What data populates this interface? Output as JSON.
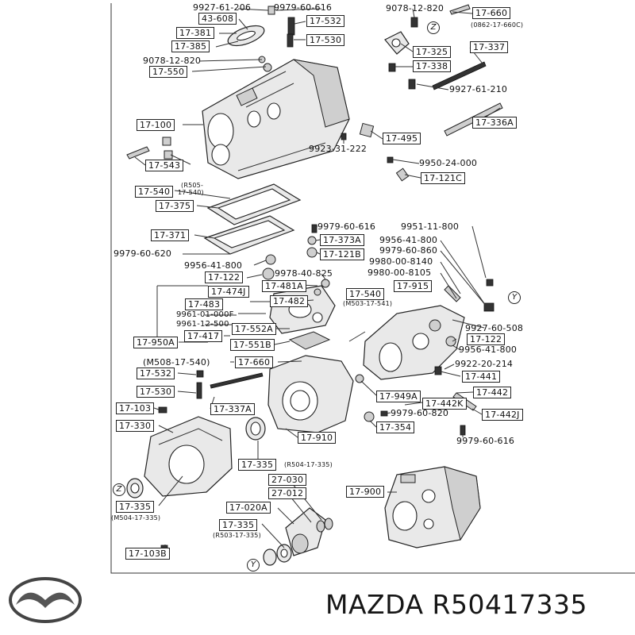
{
  "brand": {
    "text": "MAZDA R50417335"
  },
  "labels": [
    {
      "id": "l1",
      "text": "9927-61-206",
      "box": false
    },
    {
      "id": "l2",
      "text": "9979-60-616",
      "box": false
    },
    {
      "id": "l3",
      "text": "43-608",
      "box": true
    },
    {
      "id": "l4",
      "text": "17-532",
      "box": true
    },
    {
      "id": "l5",
      "text": "17-381",
      "box": true
    },
    {
      "id": "l6",
      "text": "17-385",
      "box": true
    },
    {
      "id": "l7",
      "text": "17-530",
      "box": true
    },
    {
      "id": "l8",
      "text": "9078-12-820",
      "box": false
    },
    {
      "id": "l9",
      "text": "17-550",
      "box": true
    },
    {
      "id": "l10",
      "text": "9078-12-820",
      "box": false
    },
    {
      "id": "l11",
      "text": "17-660",
      "box": true
    },
    {
      "id": "l12",
      "text": "(0862-17-660C)",
      "box": false,
      "small": true
    },
    {
      "id": "l13",
      "text": "17-337",
      "box": true
    },
    {
      "id": "l14",
      "text": "17-325",
      "box": true
    },
    {
      "id": "l15",
      "text": "17-338",
      "box": true
    },
    {
      "id": "l16",
      "text": "9927-61-210",
      "box": false
    },
    {
      "id": "l17",
      "text": "17-100",
      "box": true
    },
    {
      "id": "l18",
      "text": "17-336A",
      "box": true
    },
    {
      "id": "l19",
      "text": "17-495",
      "box": true
    },
    {
      "id": "l20",
      "text": "9923-31-222",
      "box": false
    },
    {
      "id": "l21",
      "text": "9950-24-000",
      "box": false
    },
    {
      "id": "l22",
      "text": "17-543",
      "box": true
    },
    {
      "id": "l23",
      "text": "17-121C",
      "box": true
    },
    {
      "id": "l24",
      "text": "17-540",
      "box": true
    },
    {
      "id": "l25",
      "text": "(R505-",
      "box": false,
      "small": true
    },
    {
      "id": "l26",
      "text": "17-540)",
      "box": false,
      "small": true
    },
    {
      "id": "l27",
      "text": "17-375",
      "box": true
    },
    {
      "id": "l28",
      "text": "9979-60-616",
      "box": false
    },
    {
      "id": "l29",
      "text": "9951-11-800",
      "box": false
    },
    {
      "id": "l30",
      "text": "17-371",
      "box": true
    },
    {
      "id": "l31",
      "text": "17-373A",
      "box": true
    },
    {
      "id": "l32",
      "text": "9956-41-800",
      "box": false
    },
    {
      "id": "l33",
      "text": "9979-60-620",
      "box": false
    },
    {
      "id": "l34",
      "text": "17-121B",
      "box": true
    },
    {
      "id": "l35",
      "text": "9979-60-860",
      "box": false
    },
    {
      "id": "l36",
      "text": "9956-41-800",
      "box": false
    },
    {
      "id": "l37",
      "text": "9980-00-8140",
      "box": false
    },
    {
      "id": "l38",
      "text": "17-122",
      "box": true
    },
    {
      "id": "l39",
      "text": "9978-40-825",
      "box": false
    },
    {
      "id": "l40",
      "text": "9980-00-8105",
      "box": false
    },
    {
      "id": "l41",
      "text": "17-481A",
      "box": true
    },
    {
      "id": "l42",
      "text": "17-474J",
      "box": true
    },
    {
      "id": "l43",
      "text": "17-540",
      "box": true
    },
    {
      "id": "l44",
      "text": "17-915",
      "box": true
    },
    {
      "id": "l45",
      "text": "17-483",
      "box": true
    },
    {
      "id": "l46",
      "text": "17-482",
      "box": true
    },
    {
      "id": "l47",
      "text": "(M503-17-541)",
      "box": false,
      "small": true
    },
    {
      "id": "l48",
      "text": "9961-01-000F",
      "box": false
    },
    {
      "id": "l49",
      "text": "9961-12-500",
      "box": false
    },
    {
      "id": "l50",
      "text": "17-552A",
      "box": true
    },
    {
      "id": "l51",
      "text": "9927-60-508",
      "box": false
    },
    {
      "id": "l52",
      "text": "17-417",
      "box": true
    },
    {
      "id": "l53",
      "text": "17-950A",
      "box": true
    },
    {
      "id": "l54",
      "text": "17-551B",
      "box": true
    },
    {
      "id": "l55",
      "text": "17-122",
      "box": true
    },
    {
      "id": "l56",
      "text": "9956-41-800",
      "box": false
    },
    {
      "id": "l57",
      "text": "(M508-17-540)",
      "box": false
    },
    {
      "id": "l58",
      "text": "17-660",
      "box": true
    },
    {
      "id": "l59",
      "text": "9922-20-214",
      "box": false
    },
    {
      "id": "l60",
      "text": "17-532",
      "box": true
    },
    {
      "id": "l61",
      "text": "17-441",
      "box": true
    },
    {
      "id": "l62",
      "text": "17-530",
      "box": true
    },
    {
      "id": "l63",
      "text": "17-949A",
      "box": true
    },
    {
      "id": "l64",
      "text": "17-442",
      "box": true
    },
    {
      "id": "l65",
      "text": "17-442K",
      "box": true
    },
    {
      "id": "l66",
      "text": "17-103",
      "box": true
    },
    {
      "id": "l67",
      "text": "17-337A",
      "box": true
    },
    {
      "id": "l68",
      "text": "9979-60-820",
      "box": false
    },
    {
      "id": "l69",
      "text": "17-442J",
      "box": true
    },
    {
      "id": "l70",
      "text": "17-330",
      "box": true
    },
    {
      "id": "l71",
      "text": "17-354",
      "box": true
    },
    {
      "id": "l72",
      "text": "17-910",
      "box": true
    },
    {
      "id": "l73",
      "text": "9979-60-616",
      "box": false
    },
    {
      "id": "l74",
      "text": "17-335",
      "box": true
    },
    {
      "id": "l75",
      "text": "(R504-17-335)",
      "box": false,
      "small": true
    },
    {
      "id": "l76",
      "text": "27-030",
      "box": true
    },
    {
      "id": "l77",
      "text": "27-012",
      "box": true
    },
    {
      "id": "l78",
      "text": "17-900",
      "box": true
    },
    {
      "id": "l79",
      "text": "17-335",
      "box": true
    },
    {
      "id": "l80",
      "text": "(M504-17-335)",
      "box": false,
      "small": true
    },
    {
      "id": "l81",
      "text": "17-020A",
      "box": true
    },
    {
      "id": "l82",
      "text": "17-335",
      "box": true
    },
    {
      "id": "l83",
      "text": "(R503-17-335)",
      "box": false,
      "small": true
    },
    {
      "id": "l84",
      "text": "17-103B",
      "box": true
    }
  ],
  "markers": [
    {
      "id": "m1",
      "text": "Z"
    },
    {
      "id": "m2",
      "text": "Y"
    },
    {
      "id": "m3",
      "text": "Z"
    },
    {
      "id": "m4",
      "text": "Y"
    }
  ]
}
